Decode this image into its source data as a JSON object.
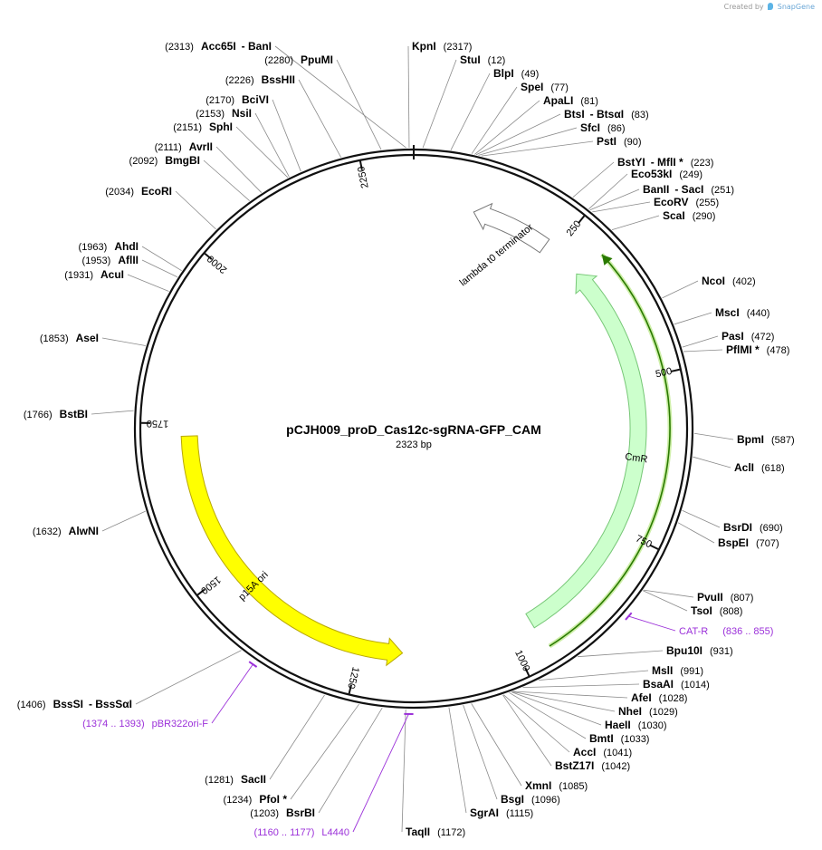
{
  "credit": {
    "prefix": "Created by",
    "brand": "SnapGene"
  },
  "plasmid": {
    "name": "pCJH009_proD_Cas12c-sgRNA-GFP_CAM",
    "length_label": "2323 bp",
    "length": 2323
  },
  "ticks": [
    250,
    500,
    750,
    1000,
    1250,
    1500,
    1750,
    2000,
    2250
  ],
  "features": [
    {
      "name": "CmR",
      "start": 300,
      "end": 960,
      "direction": "reverse",
      "fill": "#ccffcc",
      "stroke": "#77c777"
    },
    {
      "name": "p15A ori",
      "start": 1180,
      "end": 1730,
      "direction": "reverse",
      "fill": "#ffff00",
      "stroke": "#b9a800"
    },
    {
      "name": "lambda t0 terminator",
      "start": 100,
      "end": 230,
      "direction": "reverse",
      "fill": "#ffffff",
      "stroke": "#777777"
    }
  ],
  "primers": [
    {
      "name": "CAT-R",
      "range": "(836 .. 855)",
      "pos": 846
    },
    {
      "name": "pBR322ori-F",
      "range": "(1374 .. 1393)",
      "pos": 1383
    },
    {
      "name": "L4440",
      "range": "(1160 .. 1177)",
      "pos": 1168
    }
  ],
  "orf": {
    "start": 305,
    "end": 955,
    "color": "#2a7a00"
  },
  "sites": [
    {
      "name": "Acc65I",
      "name2": "BanI",
      "pos": "(2313)",
      "angle_pos": 2313
    },
    {
      "name": "KpnI",
      "pos": "(2317)",
      "angle_pos": 2317
    },
    {
      "name": "PpuMI",
      "pos": "(2280)",
      "angle_pos": 2280
    },
    {
      "name": "StuI",
      "pos": "(12)",
      "angle_pos": 12
    },
    {
      "name": "BlpI",
      "pos": "(49)",
      "angle_pos": 49
    },
    {
      "name": "BssHII",
      "pos": "(2226)",
      "angle_pos": 2226
    },
    {
      "name": "SpeI",
      "pos": "(77)",
      "angle_pos": 77
    },
    {
      "name": "ApaLI",
      "pos": "(81)",
      "angle_pos": 81
    },
    {
      "name": "BciVI",
      "pos": "(2170)",
      "angle_pos": 2170
    },
    {
      "name": "BtsI",
      "name2": "BtsαI",
      "pos": "(83)",
      "angle_pos": 83
    },
    {
      "name": "NsiI",
      "pos": "(2153)",
      "angle_pos": 2153
    },
    {
      "name": "SfcI",
      "pos": "(86)",
      "angle_pos": 86
    },
    {
      "name": "SphI",
      "pos": "(2151)",
      "angle_pos": 2151
    },
    {
      "name": "PstI",
      "pos": "(90)",
      "angle_pos": 90
    },
    {
      "name": "AvrII",
      "pos": "(2111)",
      "angle_pos": 2111
    },
    {
      "name": "BmgBI",
      "pos": "(2092)",
      "angle_pos": 2092
    },
    {
      "name": "BstYI",
      "name2": "MflI *",
      "pos": "(223)",
      "angle_pos": 223
    },
    {
      "name": "Eco53kI",
      "pos": "(249)",
      "angle_pos": 249
    },
    {
      "name": "EcoRI",
      "pos": "(2034)",
      "angle_pos": 2034
    },
    {
      "name": "BanII",
      "name2": "SacI",
      "pos": "(251)",
      "angle_pos": 251
    },
    {
      "name": "EcoRV",
      "pos": "(255)",
      "angle_pos": 255
    },
    {
      "name": "ScaI",
      "pos": "(290)",
      "angle_pos": 290
    },
    {
      "name": "AhdI",
      "pos": "(1963)",
      "angle_pos": 1963
    },
    {
      "name": "AflII",
      "pos": "(1953)",
      "angle_pos": 1953
    },
    {
      "name": "AcuI",
      "pos": "(1931)",
      "angle_pos": 1931
    },
    {
      "name": "NcoI",
      "pos": "(402)",
      "angle_pos": 402
    },
    {
      "name": "MscI",
      "pos": "(440)",
      "angle_pos": 440
    },
    {
      "name": "AseI",
      "pos": "(1853)",
      "angle_pos": 1853
    },
    {
      "name": "PasI",
      "pos": "(472)",
      "angle_pos": 472
    },
    {
      "name": "PflMI *",
      "pos": "(478)",
      "angle_pos": 478
    },
    {
      "name": "BstBI",
      "pos": "(1766)",
      "angle_pos": 1766
    },
    {
      "name": "BpmI",
      "pos": "(587)",
      "angle_pos": 587
    },
    {
      "name": "AclI",
      "pos": "(618)",
      "angle_pos": 618
    },
    {
      "name": "AlwNI",
      "pos": "(1632)",
      "angle_pos": 1632
    },
    {
      "name": "BsrDI",
      "pos": "(690)",
      "angle_pos": 690
    },
    {
      "name": "BspEI",
      "pos": "(707)",
      "angle_pos": 707
    },
    {
      "name": "PvuII",
      "pos": "(807)",
      "angle_pos": 807
    },
    {
      "name": "TsoI",
      "pos": "(808)",
      "angle_pos": 808
    },
    {
      "name": "Bpu10I",
      "pos": "(931)",
      "angle_pos": 931
    },
    {
      "name": "BssSI",
      "name2": "BssSαI",
      "pos": "(1406)",
      "angle_pos": 1406
    },
    {
      "name": "MslI",
      "pos": "(991)",
      "angle_pos": 991
    },
    {
      "name": "BsaAI",
      "pos": "(1014)",
      "angle_pos": 1014
    },
    {
      "name": "AfeI",
      "pos": "(1028)",
      "angle_pos": 1028
    },
    {
      "name": "NheI",
      "pos": "(1029)",
      "angle_pos": 1029
    },
    {
      "name": "HaeII",
      "pos": "(1030)",
      "angle_pos": 1030
    },
    {
      "name": "BmtI",
      "pos": "(1033)",
      "angle_pos": 1033
    },
    {
      "name": "AccI",
      "pos": "(1041)",
      "angle_pos": 1041
    },
    {
      "name": "BstZ17I",
      "pos": "(1042)",
      "angle_pos": 1042
    },
    {
      "name": "SacII",
      "pos": "(1281)",
      "angle_pos": 1281
    },
    {
      "name": "XmnI",
      "pos": "(1085)",
      "angle_pos": 1085
    },
    {
      "name": "PfoI *",
      "pos": "(1234)",
      "angle_pos": 1234
    },
    {
      "name": "BsgI",
      "pos": "(1096)",
      "angle_pos": 1096
    },
    {
      "name": "BsrBI",
      "pos": "(1203)",
      "angle_pos": 1203
    },
    {
      "name": "SgrAI",
      "pos": "(1115)",
      "angle_pos": 1115
    },
    {
      "name": "TaqII",
      "pos": "(1172)",
      "angle_pos": 1172
    }
  ]
}
